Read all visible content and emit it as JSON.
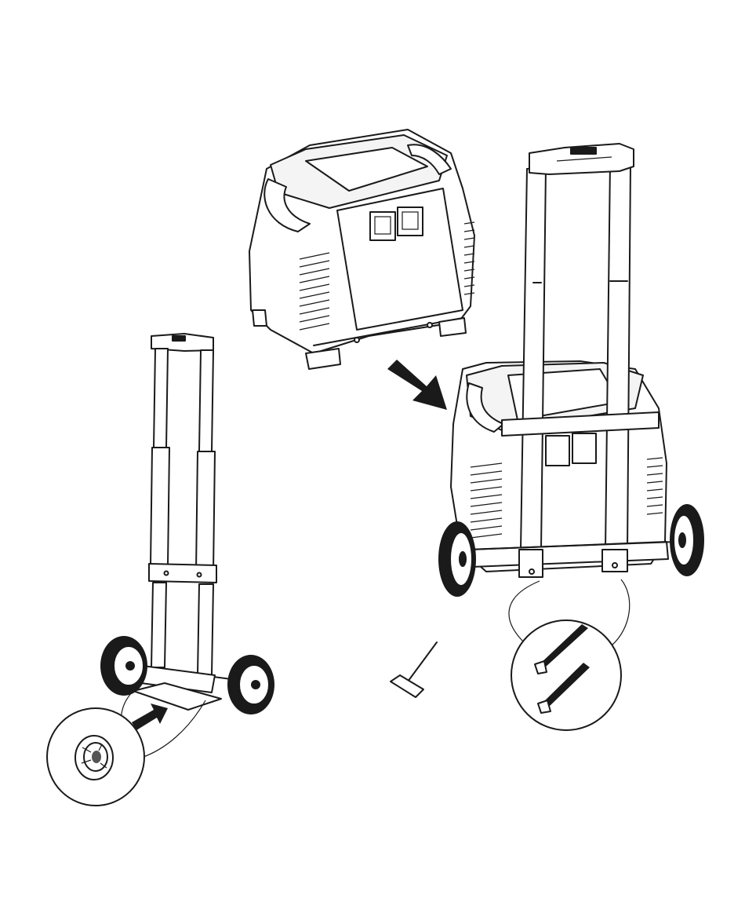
{
  "figure": {
    "kind": "assembly-instruction-illustration",
    "text_labels": [],
    "components": {
      "generator": "generator-unit",
      "cart": "hand-truck-cart",
      "assembled": "generator-mounted-on-cart",
      "wheel_detail": "wheel-hub-detail",
      "bolts_detail": "mounting-bolts-detail",
      "tool": "t-handle-hex-key"
    },
    "arrows": {
      "insert_wheel": "arrow-right-icon",
      "mount_generator": "arrow-down-right-icon"
    },
    "colors": {
      "line": "#1a1a1a",
      "fill": "#ffffff",
      "tire": "#1a1a1a"
    }
  }
}
